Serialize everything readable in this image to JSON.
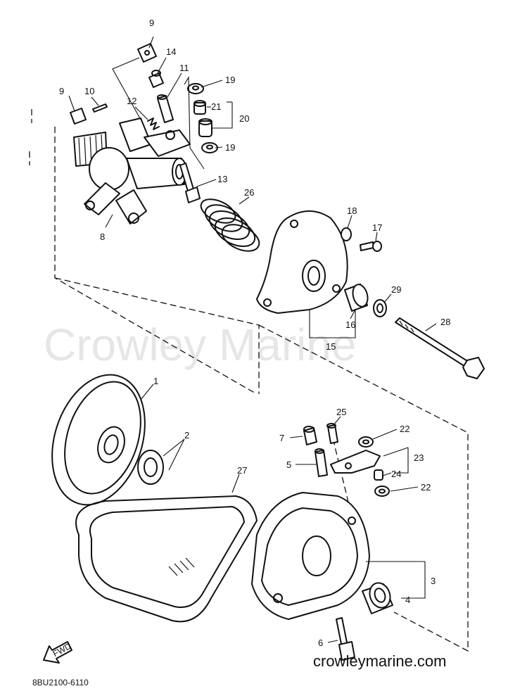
{
  "watermark": "Crowley Marine",
  "website": "crowleymarine.com",
  "diagram_code": "8BU2100-6110",
  "fwd_label": "FWD",
  "callouts": {
    "c1": "1",
    "c2": "2",
    "c3": "3",
    "c4": "4",
    "c5": "5",
    "c6": "6",
    "c7": "7",
    "c8": "8",
    "c9a": "9",
    "c9b": "9",
    "c10": "10",
    "c11": "11",
    "c12": "12",
    "c13": "13",
    "c14": "14",
    "c15": "15",
    "c16": "16",
    "c17": "17",
    "c18": "18",
    "c19a": "19",
    "c19b": "19",
    "c20": "20",
    "c21": "21",
    "c22a": "22",
    "c22b": "22",
    "c23": "23",
    "c24": "24",
    "c25": "25",
    "c26": "26",
    "c27": "27",
    "c28": "28",
    "c29": "29"
  }
}
